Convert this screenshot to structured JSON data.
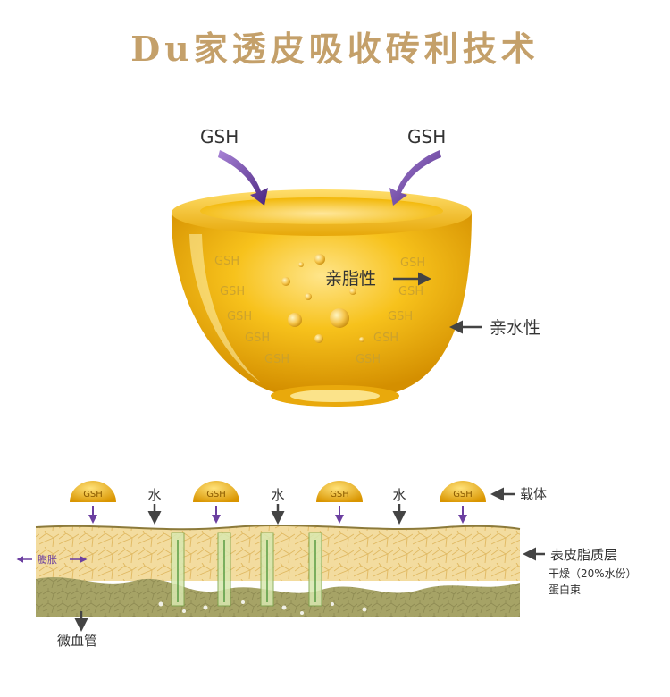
{
  "title": "Du家透皮吸收砖利技术",
  "cup": {
    "arrow_label_left": "GSH",
    "arrow_label_right": "GSH",
    "lipophilic_label": "亲脂性",
    "hydrophilic_label": "亲水性",
    "inner_labels": [
      "GSH",
      "GSH",
      "GSH",
      "GSH",
      "GSH",
      "GSH",
      "GSH",
      "GSH",
      "GSH",
      "GSH"
    ]
  },
  "skin": {
    "carrier_badge": "GSH",
    "water_label": "水",
    "carrier_label": "载体",
    "swell_label": "膨胀",
    "stratum_label": "表皮脂质层",
    "dry_label": "干燥（20%水份）",
    "protein_label": "蛋白束",
    "capillary_label": "微血管"
  },
  "colors": {
    "title": "#c4a06a",
    "gold": "#f2b705",
    "gold_dark": "#d48f00",
    "purple": "#6b3fa0",
    "arrow_gray": "#444444",
    "skin_tan": "#f0d99a",
    "dermis": "#a7a466"
  }
}
